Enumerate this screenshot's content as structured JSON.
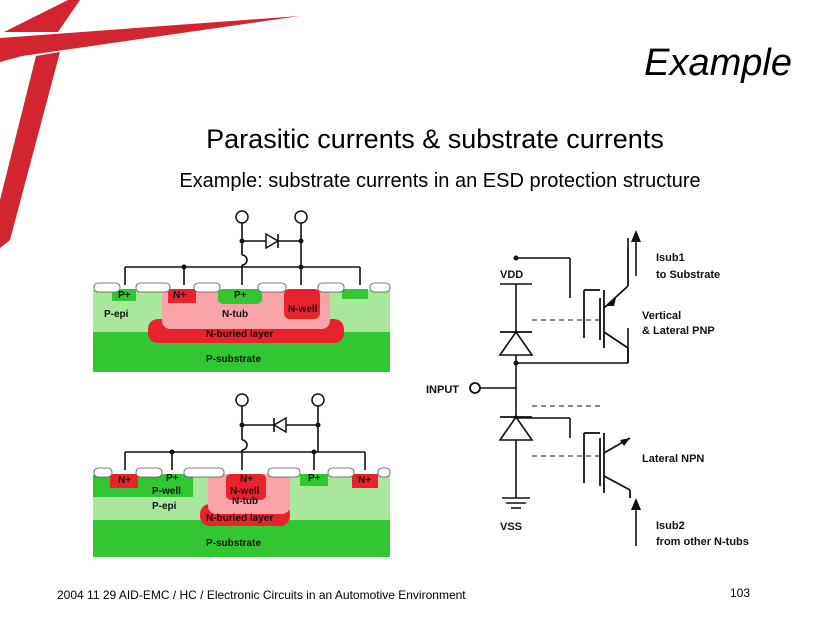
{
  "colors": {
    "logo_red": "#d3252f",
    "n_doped": "#e8232c",
    "n_tub": "#f7a3a8",
    "p_green": "#32c732",
    "p_light": "#a9e89b",
    "oxide": "#ffffff"
  },
  "logo": {
    "icon": "red-cross-logo"
  },
  "header": {
    "title": "Example"
  },
  "subtitle": "Parasitic currents & substrate currents",
  "example_line": "Example: substrate currents in an ESD protection structure",
  "top_structure": {
    "labels": {
      "p_plus_left": "P+",
      "n_plus": "N+",
      "p_plus_center": "P+",
      "n_tub": "N-tub",
      "n_well": "N-well",
      "p_epi": "P-epi",
      "n_buried": "N-buried layer",
      "p_substrate": "P-substrate"
    }
  },
  "bottom_structure": {
    "labels": {
      "n_plus_left": "N+",
      "p_plus_left": "P+",
      "p_well": "P-well",
      "n_plus_center": "N+",
      "n_well": "N-well",
      "n_tub": "N-tub",
      "p_plus_right": "P+",
      "n_plus_right": "N+",
      "p_epi": "P-epi",
      "n_buried": "N-buried layer",
      "p_substrate": "P-substrate"
    }
  },
  "circuit": {
    "vdd": "VDD",
    "vss": "VSS",
    "input": "INPUT",
    "isub1_line1": "Isub1",
    "isub1_line2": "to  Substrate",
    "pnp_line1": "Vertical",
    "pnp_line2": "& Lateral PNP",
    "npn": "Lateral NPN",
    "isub2_line1": "Isub2",
    "isub2_line2": "from other N-tubs"
  },
  "footer": {
    "text": "2004 11 29 AID-EMC / HC / Electronic Circuits in an Automotive Environment",
    "page_number": "103"
  }
}
